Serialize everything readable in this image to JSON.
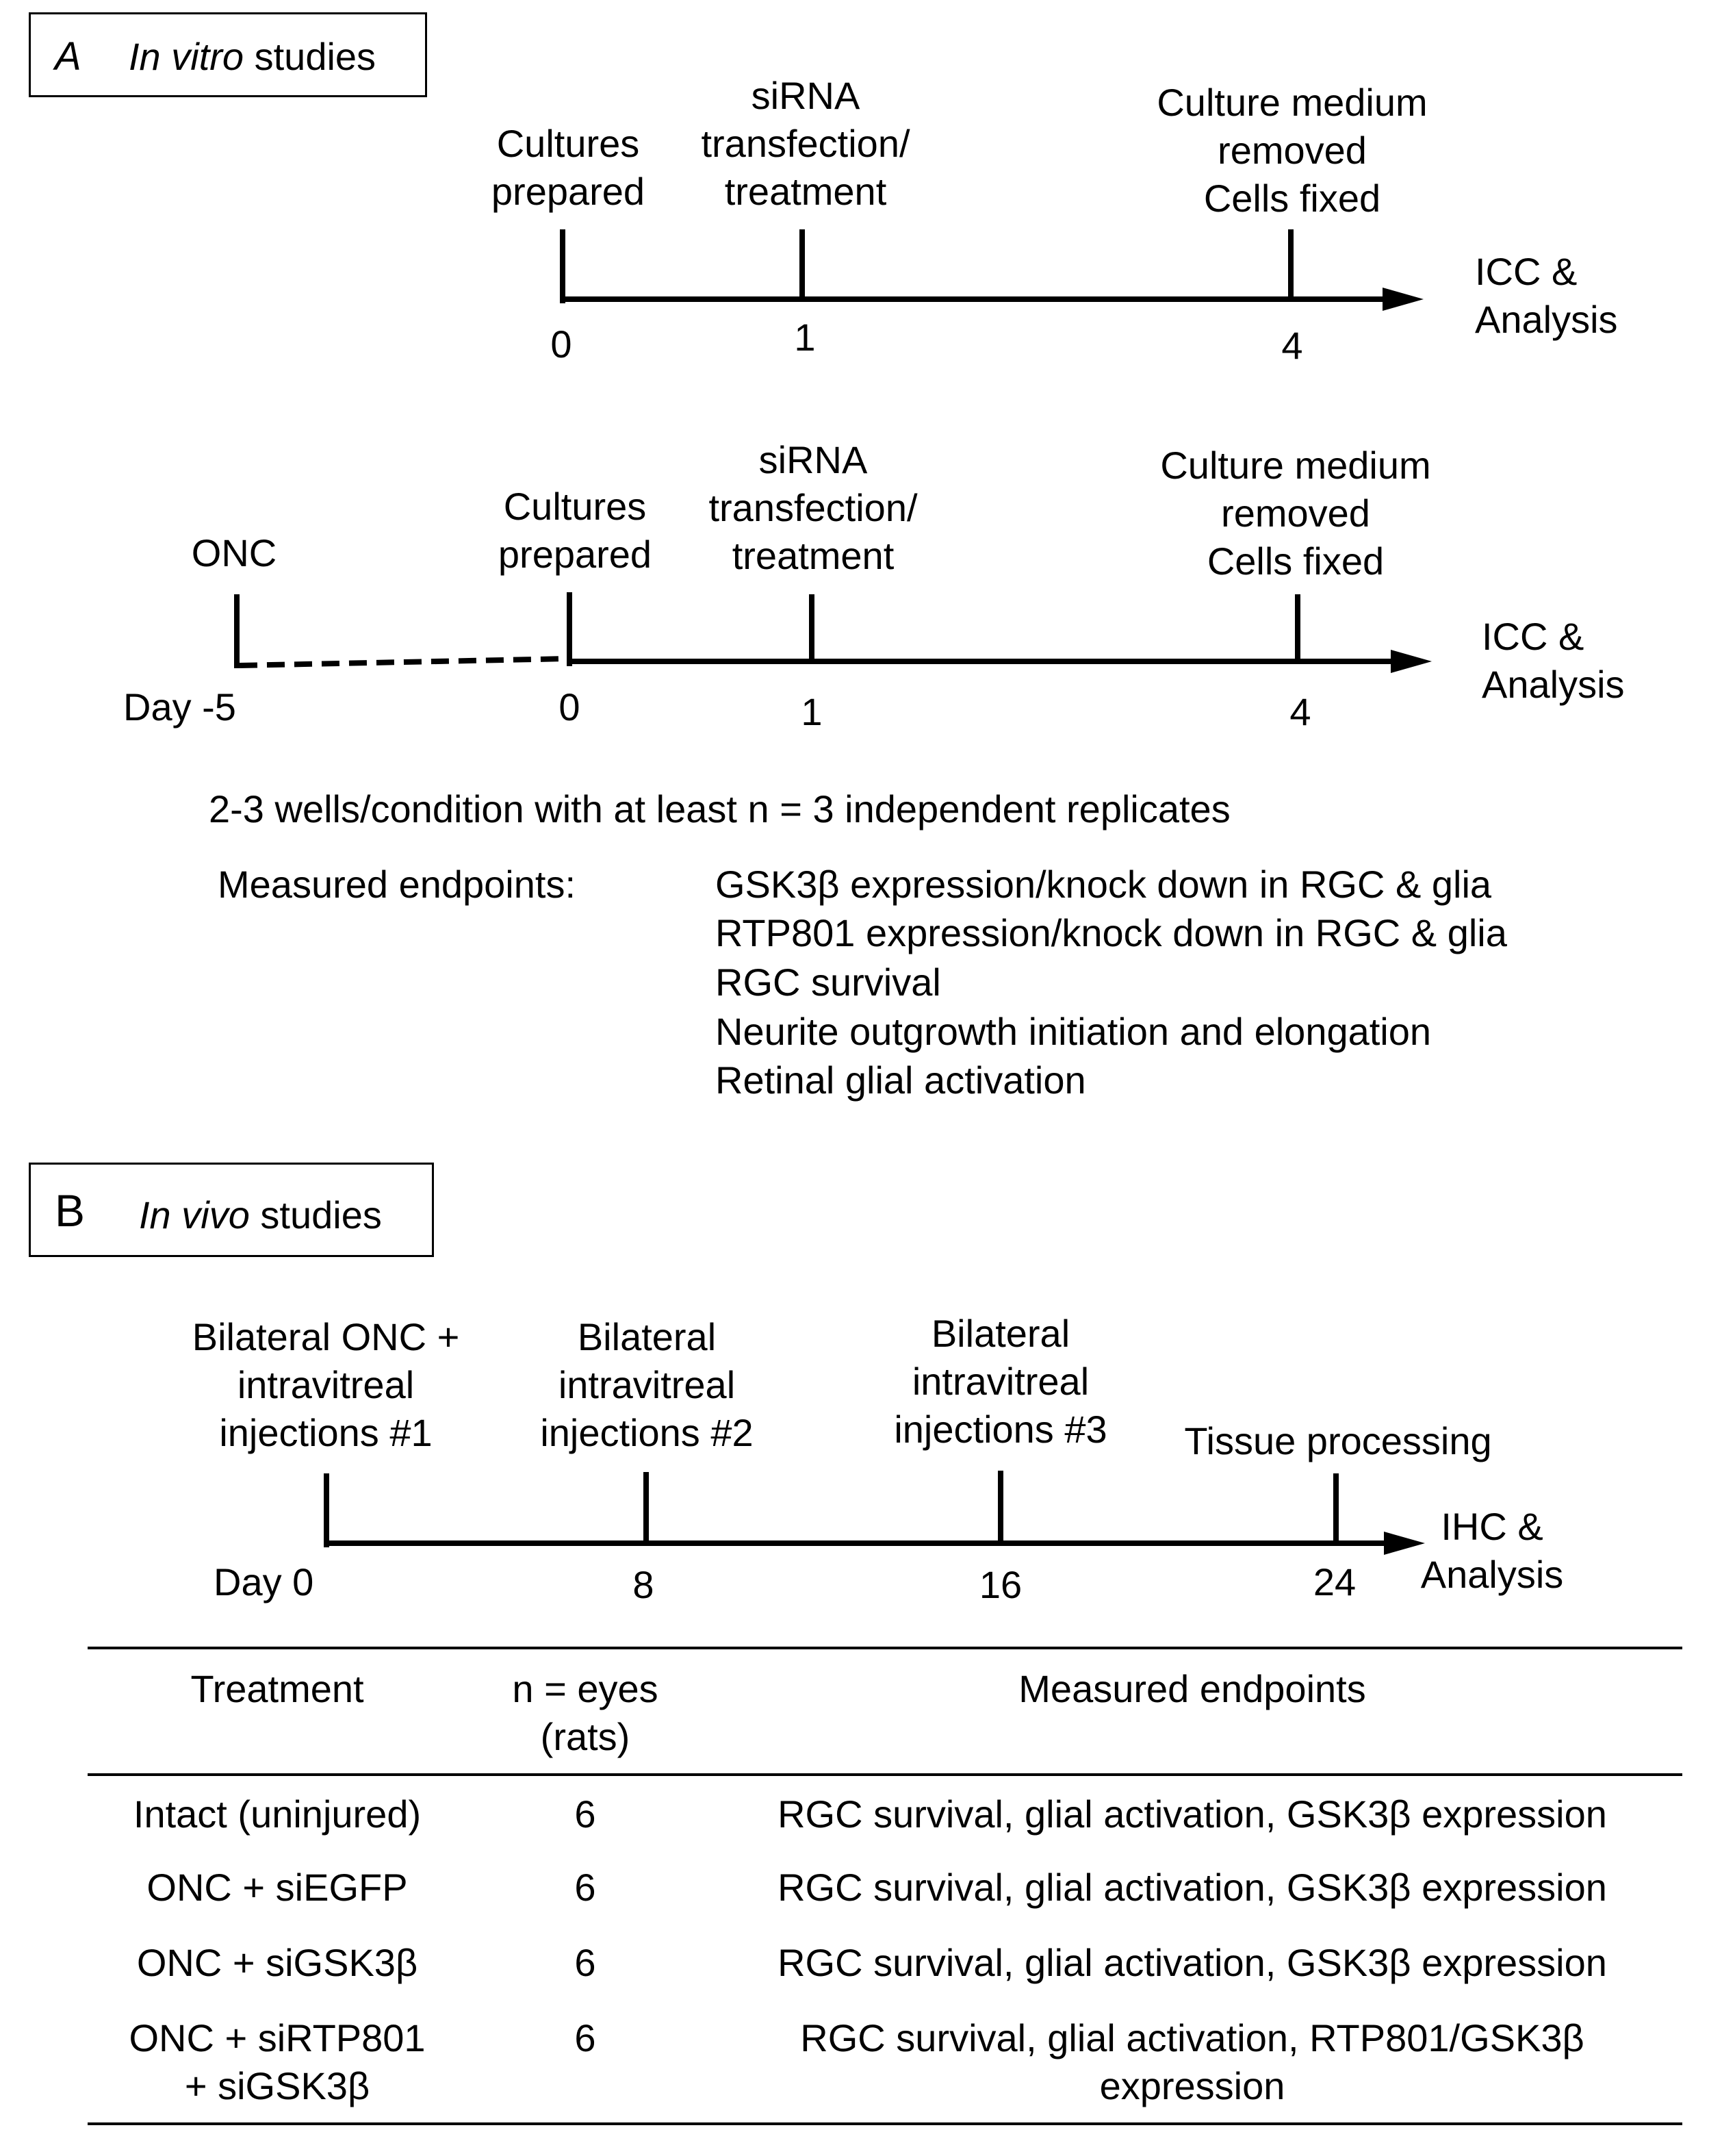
{
  "sectionA": {
    "letter": "A",
    "title_italic": "In vitro",
    "title_rest": " studies",
    "timeline1": {
      "events": [
        {
          "label": "Cultures\nprepared",
          "tick": "0"
        },
        {
          "label": "siRNA\ntransfection/\ntreatment",
          "tick": "1"
        },
        {
          "label": "Culture medium\nremoved\nCells fixed",
          "tick": "4"
        }
      ],
      "end_label": "ICC &\nAnalysis"
    },
    "timeline2": {
      "onc_label": "ONC",
      "start_tick": "Day -5",
      "events": [
        {
          "label": "Cultures\nprepared",
          "tick": "0"
        },
        {
          "label": "siRNA\ntransfection/\ntreatment",
          "tick": "1"
        },
        {
          "label": "Culture medium\nremoved\nCells fixed",
          "tick": "4"
        }
      ],
      "end_label": "ICC &\nAnalysis"
    },
    "replicates_note": "2-3 wells/condition with at least n = 3 independent replicates",
    "endpoints_label": "Measured endpoints:",
    "endpoints": [
      "GSK3β expression/knock down in RGC & glia",
      "RTP801 expression/knock down in RGC & glia",
      "RGC survival",
      "Neurite outgrowth initiation and elongation",
      "Retinal glial activation"
    ]
  },
  "sectionB": {
    "letter": "B",
    "title_italic": "In vivo",
    "title_rest": " studies",
    "timeline": {
      "events": [
        {
          "label": "Bilateral ONC +\nintravitreal\ninjections #1",
          "tick": "Day 0"
        },
        {
          "label": "Bilateral\nintravitreal\ninjections #2",
          "tick": "8"
        },
        {
          "label": "Bilateral\nintravitreal\ninjections #3",
          "tick": "16"
        },
        {
          "label": "Tissue processing",
          "tick": "24"
        }
      ],
      "end_label": "IHC &\nAnalysis"
    },
    "table": {
      "headers": [
        "Treatment",
        "n = eyes\n(rats)",
        "Measured endpoints"
      ],
      "rows": [
        [
          "Intact (uninjured)",
          "6",
          "RGC survival, glial activation, GSK3β expression"
        ],
        [
          "ONC + siEGFP",
          "6",
          "RGC survival, glial activation, GSK3β expression"
        ],
        [
          "ONC + siGSK3β",
          "6",
          "RGC survival, glial activation, GSK3β expression"
        ],
        [
          "ONC + siRTP801\n+ siGSK3β",
          "6",
          "RGC survival, glial activation, RTP801/GSK3β\nexpression"
        ]
      ]
    }
  }
}
